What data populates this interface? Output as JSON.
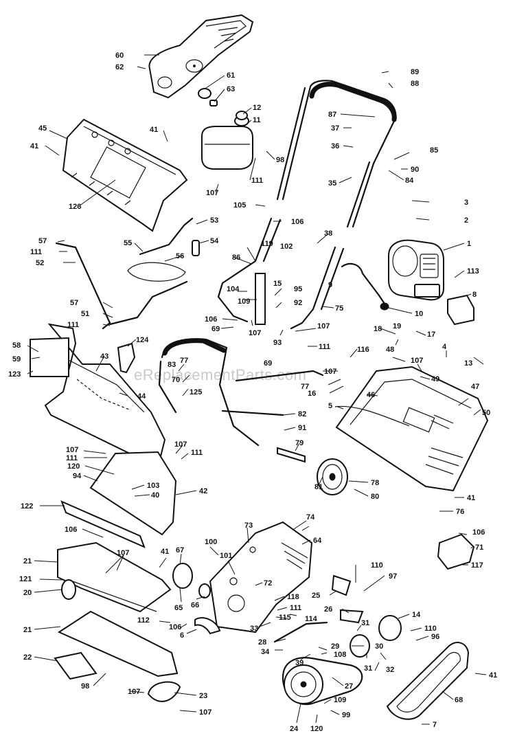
{
  "watermark": "eReplacementParts.com",
  "callouts": [
    {
      "n": "1",
      "label": "1"
    },
    {
      "n": "2",
      "label": "2"
    },
    {
      "n": "3",
      "label": "3"
    },
    {
      "n": "4",
      "label": "4"
    },
    {
      "n": "5",
      "label": "5"
    },
    {
      "n": "6",
      "label": "6"
    },
    {
      "n": "7",
      "label": "7"
    },
    {
      "n": "8",
      "label": "8"
    },
    {
      "n": "9",
      "label": "9"
    },
    {
      "n": "10",
      "label": "10"
    },
    {
      "n": "11",
      "label": "11"
    },
    {
      "n": "12",
      "label": "12"
    },
    {
      "n": "13",
      "label": "13"
    },
    {
      "n": "14",
      "label": "14"
    },
    {
      "n": "15",
      "label": "15"
    },
    {
      "n": "16",
      "label": "16"
    },
    {
      "n": "17",
      "label": "17"
    },
    {
      "n": "18",
      "label": "18"
    },
    {
      "n": "19",
      "label": "19"
    },
    {
      "n": "20",
      "label": "20"
    },
    {
      "n": "21a",
      "label": "21"
    },
    {
      "n": "21b",
      "label": "21"
    },
    {
      "n": "22",
      "label": "22"
    },
    {
      "n": "23",
      "label": "23"
    },
    {
      "n": "24",
      "label": "24"
    },
    {
      "n": "25",
      "label": "25"
    },
    {
      "n": "26",
      "label": "26"
    },
    {
      "n": "27",
      "label": "27"
    },
    {
      "n": "28",
      "label": "28"
    },
    {
      "n": "29",
      "label": "29"
    },
    {
      "n": "30",
      "label": "30"
    },
    {
      "n": "31a",
      "label": "31"
    },
    {
      "n": "31b",
      "label": "31"
    },
    {
      "n": "32",
      "label": "32"
    },
    {
      "n": "33",
      "label": "33"
    },
    {
      "n": "34",
      "label": "34"
    },
    {
      "n": "35",
      "label": "35"
    },
    {
      "n": "36",
      "label": "36"
    },
    {
      "n": "37",
      "label": "37"
    },
    {
      "n": "38",
      "label": "38"
    },
    {
      "n": "39",
      "label": "39"
    },
    {
      "n": "40",
      "label": "40"
    },
    {
      "n": "41a",
      "label": "41"
    },
    {
      "n": "41b",
      "label": "41"
    },
    {
      "n": "41c",
      "label": "41"
    },
    {
      "n": "41d",
      "label": "41"
    },
    {
      "n": "41e",
      "label": "41"
    },
    {
      "n": "42",
      "label": "42"
    },
    {
      "n": "43",
      "label": "43"
    },
    {
      "n": "44",
      "label": "44"
    },
    {
      "n": "45",
      "label": "45"
    },
    {
      "n": "46",
      "label": "46"
    },
    {
      "n": "47",
      "label": "47"
    },
    {
      "n": "48",
      "label": "48"
    },
    {
      "n": "49",
      "label": "49"
    },
    {
      "n": "50",
      "label": "50"
    },
    {
      "n": "51",
      "label": "51"
    },
    {
      "n": "52",
      "label": "52"
    },
    {
      "n": "53",
      "label": "53"
    },
    {
      "n": "54",
      "label": "54"
    },
    {
      "n": "55",
      "label": "55"
    },
    {
      "n": "56",
      "label": "56"
    },
    {
      "n": "57a",
      "label": "57"
    },
    {
      "n": "57b",
      "label": "57"
    },
    {
      "n": "58",
      "label": "58"
    },
    {
      "n": "59",
      "label": "59"
    },
    {
      "n": "60",
      "label": "60"
    },
    {
      "n": "61",
      "label": "61"
    },
    {
      "n": "62",
      "label": "62"
    },
    {
      "n": "63",
      "label": "63"
    },
    {
      "n": "64",
      "label": "64"
    },
    {
      "n": "65",
      "label": "65"
    },
    {
      "n": "66",
      "label": "66"
    },
    {
      "n": "67",
      "label": "67"
    },
    {
      "n": "68",
      "label": "68"
    },
    {
      "n": "69a",
      "label": "69"
    },
    {
      "n": "69b",
      "label": "69"
    },
    {
      "n": "70",
      "label": "70"
    },
    {
      "n": "71",
      "label": "71"
    },
    {
      "n": "72",
      "label": "72"
    },
    {
      "n": "73",
      "label": "73"
    },
    {
      "n": "74",
      "label": "74"
    },
    {
      "n": "75",
      "label": "75"
    },
    {
      "n": "76",
      "label": "76"
    },
    {
      "n": "77a",
      "label": "77"
    },
    {
      "n": "77b",
      "label": "77"
    },
    {
      "n": "78",
      "label": "78"
    },
    {
      "n": "79",
      "label": "79"
    },
    {
      "n": "80",
      "label": "80"
    },
    {
      "n": "81",
      "label": "81"
    },
    {
      "n": "82",
      "label": "82"
    },
    {
      "n": "83",
      "label": "83"
    },
    {
      "n": "84",
      "label": "84"
    },
    {
      "n": "85",
      "label": "85"
    },
    {
      "n": "86",
      "label": "86"
    },
    {
      "n": "87",
      "label": "87"
    },
    {
      "n": "88",
      "label": "88"
    },
    {
      "n": "89",
      "label": "89"
    },
    {
      "n": "90",
      "label": "90"
    },
    {
      "n": "91",
      "label": "91"
    },
    {
      "n": "92",
      "label": "92"
    },
    {
      "n": "93",
      "label": "93"
    },
    {
      "n": "94",
      "label": "94"
    },
    {
      "n": "95",
      "label": "95"
    },
    {
      "n": "96",
      "label": "96"
    },
    {
      "n": "97",
      "label": "97"
    },
    {
      "n": "98a",
      "label": "98"
    },
    {
      "n": "98b",
      "label": "98"
    },
    {
      "n": "99",
      "label": "99"
    },
    {
      "n": "100",
      "label": "100"
    },
    {
      "n": "101",
      "label": "101"
    },
    {
      "n": "102",
      "label": "102"
    },
    {
      "n": "103",
      "label": "103"
    },
    {
      "n": "104",
      "label": "104"
    },
    {
      "n": "105",
      "label": "105"
    },
    {
      "n": "106a",
      "label": "106"
    },
    {
      "n": "106b",
      "label": "106"
    },
    {
      "n": "106c",
      "label": "106"
    },
    {
      "n": "106d",
      "label": "106"
    },
    {
      "n": "106e",
      "label": "106"
    },
    {
      "n": "107a",
      "label": "107"
    },
    {
      "n": "107b",
      "label": "107"
    },
    {
      "n": "107c",
      "label": "107"
    },
    {
      "n": "107d",
      "label": "107"
    },
    {
      "n": "107e",
      "label": "107"
    },
    {
      "n": "107f",
      "label": "107"
    },
    {
      "n": "107g",
      "label": "107"
    },
    {
      "n": "107h",
      "label": "107"
    },
    {
      "n": "107i",
      "label": "107"
    },
    {
      "n": "107j",
      "label": "107"
    },
    {
      "n": "108",
      "label": "108"
    },
    {
      "n": "109a",
      "label": "109"
    },
    {
      "n": "109b",
      "label": "109"
    },
    {
      "n": "110a",
      "label": "110"
    },
    {
      "n": "110b",
      "label": "110"
    },
    {
      "n": "111a",
      "label": "111"
    },
    {
      "n": "111b",
      "label": "111"
    },
    {
      "n": "111c",
      "label": "111"
    },
    {
      "n": "111d",
      "label": "111"
    },
    {
      "n": "111e",
      "label": "111"
    },
    {
      "n": "111f",
      "label": "111"
    },
    {
      "n": "111g",
      "label": "111"
    },
    {
      "n": "112",
      "label": "112"
    },
    {
      "n": "113",
      "label": "113"
    },
    {
      "n": "114",
      "label": "114"
    },
    {
      "n": "115",
      "label": "115"
    },
    {
      "n": "116",
      "label": "116"
    },
    {
      "n": "117",
      "label": "117"
    },
    {
      "n": "118",
      "label": "118"
    },
    {
      "n": "119",
      "label": "119"
    },
    {
      "n": "120a",
      "label": "120"
    },
    {
      "n": "120b",
      "label": "120"
    },
    {
      "n": "121",
      "label": "121"
    },
    {
      "n": "122",
      "label": "122"
    },
    {
      "n": "123",
      "label": "123"
    },
    {
      "n": "124",
      "label": "124"
    },
    {
      "n": "125",
      "label": "125"
    },
    {
      "n": "126",
      "label": "126"
    }
  ]
}
